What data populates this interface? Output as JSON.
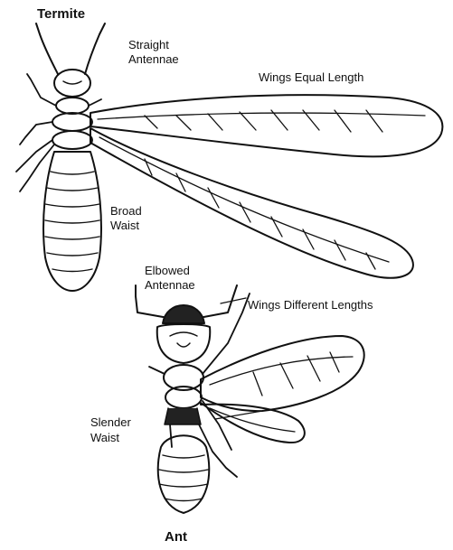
{
  "diagram": {
    "termite": {
      "title": "Termite",
      "antennae_label": [
        "Straight",
        "Antennae"
      ],
      "wings_label": "Wings Equal Length",
      "waist_label": [
        "Broad",
        "Waist"
      ]
    },
    "ant": {
      "title": "Ant",
      "antennae_label": [
        "Elbowed",
        "Antennae"
      ],
      "wings_label": "Wings Different Lengths",
      "waist_label": [
        "Slender",
        "Waist"
      ]
    },
    "colors": {
      "ink": "#111111",
      "background": "#ffffff",
      "dark_fill": "#222222"
    }
  }
}
